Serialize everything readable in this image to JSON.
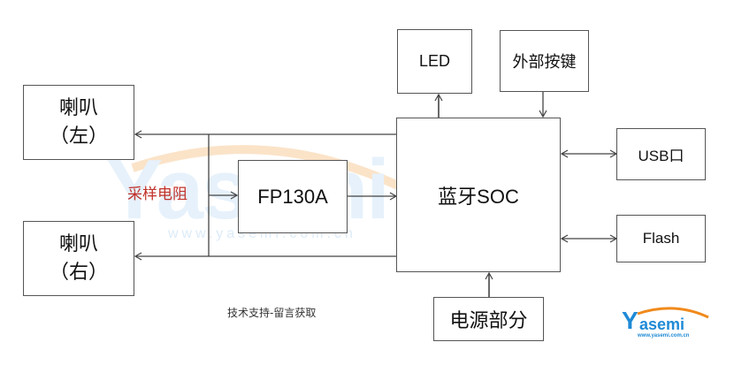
{
  "diagram": {
    "blocks": {
      "speaker_left": {
        "line1": "喇叭",
        "line2": "（左）"
      },
      "speaker_right": {
        "line1": "喇叭",
        "line2": "（右）"
      },
      "fp130a": {
        "label": "FP130A"
      },
      "soc": {
        "label": "蓝牙SOC"
      },
      "led": {
        "label": "LED"
      },
      "keys": {
        "label": "外部按键"
      },
      "usb": {
        "label": "USB口"
      },
      "flash": {
        "label": "Flash"
      },
      "power": {
        "label": "电源部分"
      }
    },
    "annotations": {
      "sampling_resistor": "采样电阻",
      "support_note": "技术支持-留言获取"
    },
    "watermark": {
      "brand": "Yasemi",
      "url": "www.yasemi.com.cn"
    },
    "logo": {
      "brand_initial": "Y",
      "brand_rest": "asemi",
      "url": "www.yasemi.com.cn"
    },
    "colors": {
      "line": "#444444",
      "box_border": "#555555",
      "annotation_red": "#c0302a",
      "logo_blue": "#1f8ad6",
      "logo_orange": "#f08a1c"
    }
  }
}
